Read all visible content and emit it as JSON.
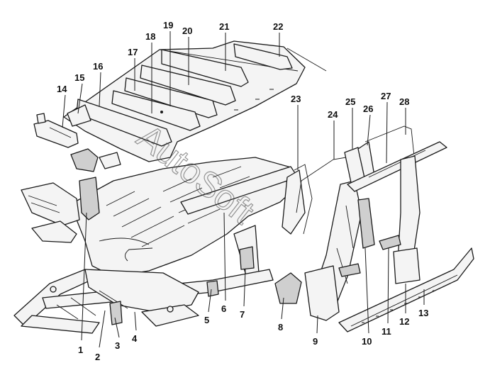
{
  "watermark": "AutoSoft",
  "callouts": [
    {
      "id": "c1",
      "number": "1"
    },
    {
      "id": "c2",
      "number": "2"
    },
    {
      "id": "c3",
      "number": "3"
    },
    {
      "id": "c4",
      "number": "4"
    },
    {
      "id": "c5",
      "number": "5"
    },
    {
      "id": "c6",
      "number": "6"
    },
    {
      "id": "c7",
      "number": "7"
    },
    {
      "id": "c8",
      "number": "8"
    },
    {
      "id": "c9",
      "number": "9"
    },
    {
      "id": "c10",
      "number": "10"
    },
    {
      "id": "c11",
      "number": "11"
    },
    {
      "id": "c12",
      "number": "12"
    },
    {
      "id": "c13",
      "number": "13"
    },
    {
      "id": "c14",
      "number": "14"
    },
    {
      "id": "c15",
      "number": "15"
    },
    {
      "id": "c16",
      "number": "16"
    },
    {
      "id": "c17",
      "number": "17"
    },
    {
      "id": "c18",
      "number": "18"
    },
    {
      "id": "c19",
      "number": "19"
    },
    {
      "id": "c20",
      "number": "20"
    },
    {
      "id": "c21",
      "number": "21"
    },
    {
      "id": "c22",
      "number": "22"
    },
    {
      "id": "c23",
      "number": "23"
    },
    {
      "id": "c24",
      "number": "24"
    },
    {
      "id": "c25",
      "number": "25"
    },
    {
      "id": "c26",
      "number": "26"
    },
    {
      "id": "c27",
      "number": "27"
    },
    {
      "id": "c28",
      "number": "28"
    }
  ]
}
